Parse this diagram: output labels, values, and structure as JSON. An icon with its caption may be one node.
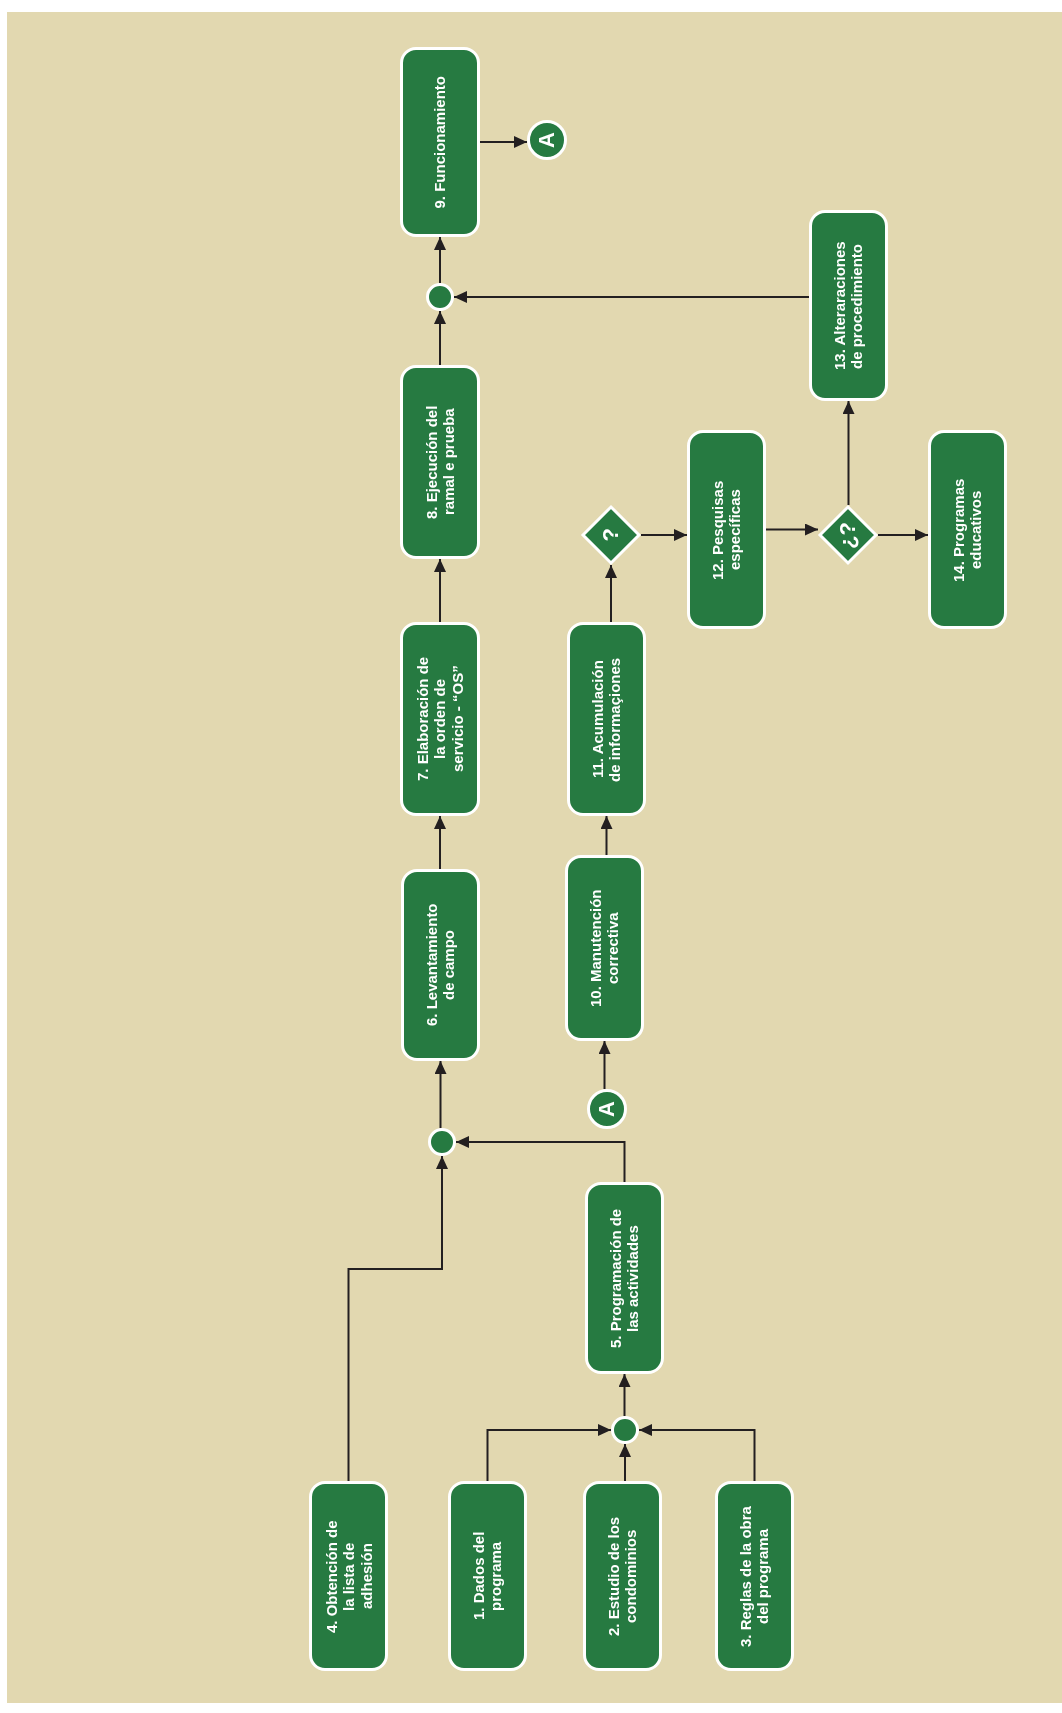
{
  "diagram": {
    "nodes": [
      {
        "text": [
          "1. Dados del programa"
        ]
      },
      {
        "text": [
          "2. Estudio de los condominios"
        ]
      },
      {
        "text": [
          "3. Reglas de la obra del programa"
        ]
      },
      {
        "text": [
          "4. Obtención de la lista de adhesión"
        ]
      },
      {
        "text": [
          "5. Programación de las actividades"
        ]
      },
      {
        "text": [
          "6. Levantamiento de campo"
        ]
      },
      {
        "text": [
          "7. Elaboración de la orden de servicio - “OS”"
        ]
      },
      {
        "text": [
          "8. Ejecución del ramal e prueba"
        ]
      },
      {
        "text": [
          "9. Funcionamiento"
        ]
      },
      {
        "text": [
          "10. Manutención correctiva"
        ]
      },
      {
        "text": [
          "11. Acumulación de informaçiones"
        ]
      },
      {
        "text": [
          "12. Pesquisas específicas"
        ]
      },
      {
        "text": [
          "13. Alteraraciones de procedimiento"
        ]
      },
      {
        "text": [
          "14. Programas educativos"
        ]
      },
      {
        "text": [
          "A"
        ]
      },
      {
        "text": [
          "A"
        ]
      },
      {
        "text": [],
        "shape": "circle"
      },
      {
        "text": [],
        "shape": "circle"
      },
      {
        "text": [],
        "shape": "circle"
      },
      {
        "text": [
          "?"
        ]
      },
      {
        "text": [
          "¿?"
        ]
      }
    ],
    "edges": [
      {
        "from": 0,
        "to": 16,
        "arrow": "to"
      },
      {
        "from": 1,
        "to": 16,
        "arrow": "to"
      },
      {
        "from": 2,
        "to": 16,
        "arrow": "to"
      },
      {
        "from": 16,
        "to": 4,
        "arrow": "to"
      },
      {
        "from": 3,
        "to": 17,
        "arrow": "to"
      },
      {
        "from": 4,
        "to": 17,
        "arrow": "to"
      },
      {
        "from": 17,
        "to": 5,
        "arrow": "to"
      },
      {
        "from": 5,
        "to": 6,
        "arrow": "to"
      },
      {
        "from": 6,
        "to": 7,
        "arrow": "to"
      },
      {
        "from": 7,
        "to": 18,
        "arrow": "to"
      },
      {
        "from": 12,
        "to": 18,
        "arrow": "to"
      },
      {
        "from": 18,
        "to": 8,
        "arrow": "to"
      },
      {
        "from": 8,
        "to": 14,
        "arrow": "to"
      },
      {
        "from": 15,
        "to": 9,
        "arrow": "to"
      },
      {
        "from": 9,
        "to": 10,
        "arrow": "to"
      },
      {
        "from": 10,
        "to": 19,
        "arrow": "to"
      },
      {
        "from": 19,
        "to": 11,
        "arrow": "to"
      },
      {
        "from": 11,
        "to": 20,
        "arrow": "to"
      },
      {
        "from": 20,
        "to": 12,
        "arrow": "to"
      },
      {
        "from": 20,
        "to": 13,
        "arrow": "to"
      }
    ]
  }
}
